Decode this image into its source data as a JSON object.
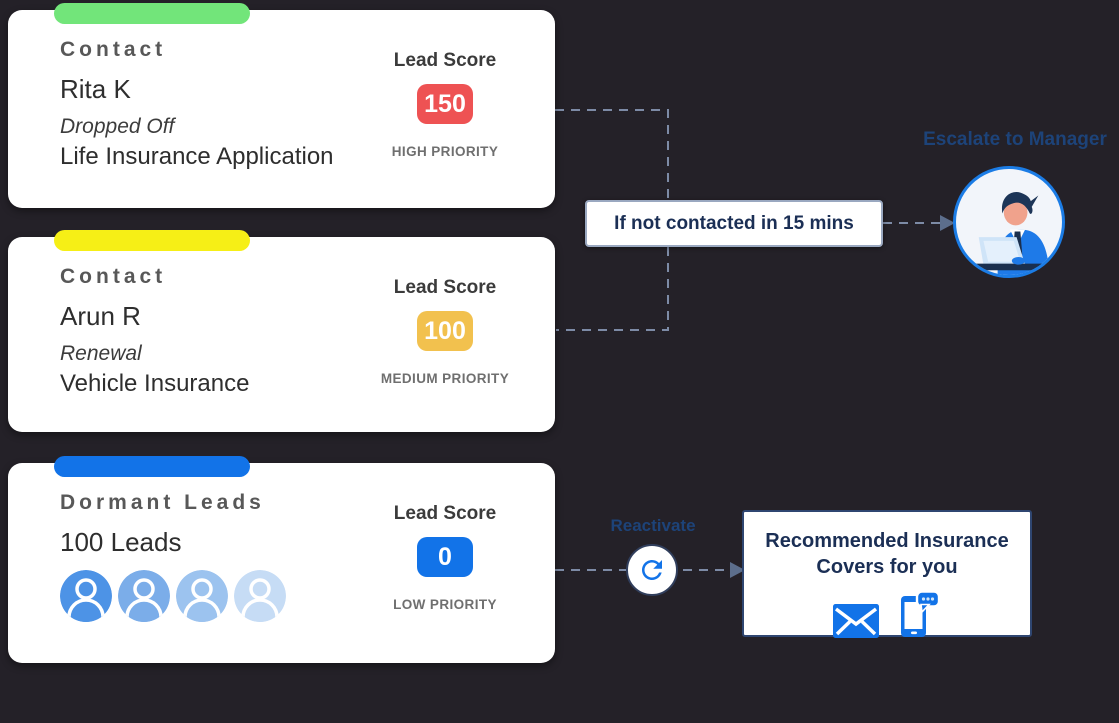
{
  "background_color": "#242128",
  "connector_color": "#7d8ba6",
  "arrow_color": "#5c6e8c",
  "icon_color": "#1273e8",
  "cards": [
    {
      "label": "Contact",
      "name": "Rita K",
      "status": "Dropped Off",
      "product": "Life Insurance Application",
      "score_label": "Lead Score",
      "score": "150",
      "priority": "HIGH PRIORITY",
      "accent": "#72e57a",
      "score_color": "#ee5253"
    },
    {
      "label": "Contact",
      "name": "Arun R",
      "status": "Renewal",
      "product": "Vehicle Insurance",
      "score_label": "Lead Score",
      "score": "100",
      "priority": "MEDIUM PRIORITY",
      "accent": "#f6ef16",
      "score_color": "#f2c14e"
    },
    {
      "label": "Dormant Leads",
      "name": "100 Leads",
      "score_label": "Lead Score",
      "score": "0",
      "priority": "LOW PRIORITY",
      "accent": "#1273e8",
      "score_color": "#1273e8",
      "avatar_colors": [
        "#4d93e6",
        "#7bade9",
        "#9cc3ef",
        "#c6dcf5"
      ]
    }
  ],
  "flow": {
    "condition": "If not contacted in 15 mins",
    "escalate": "Escalate to Manager",
    "reactivate": "Reactivate",
    "recommendation": "Recommended Insurance Covers for you"
  },
  "icons": {
    "avatar": "person-avatar-icon",
    "refresh": "refresh-icon",
    "email": "envelope-icon",
    "sms": "phone-chat-icon",
    "manager": "manager-at-laptop-illustration"
  }
}
